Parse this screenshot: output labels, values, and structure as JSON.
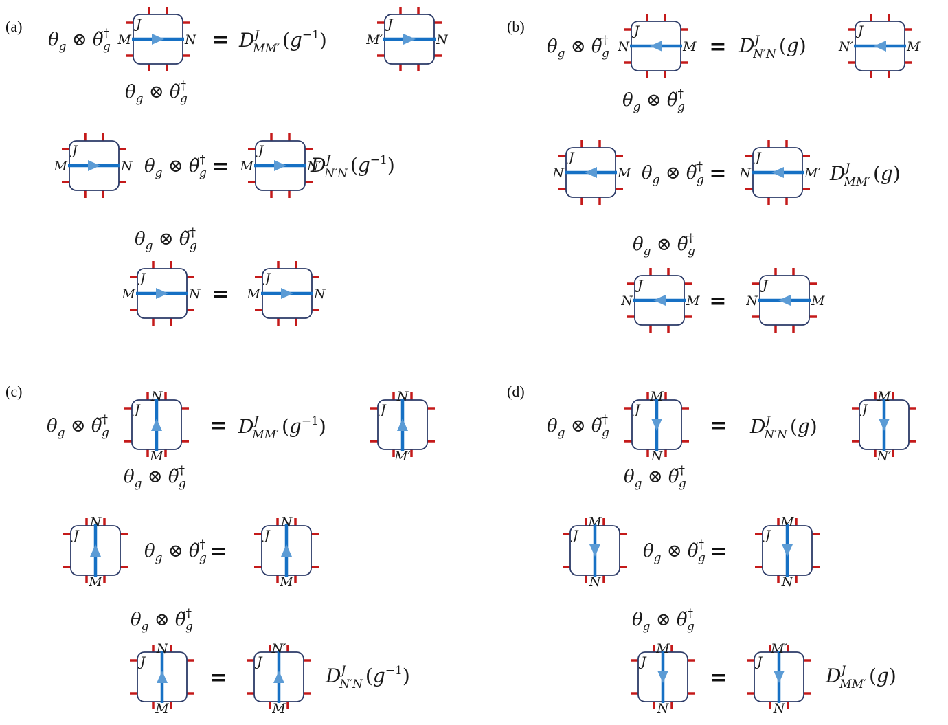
{
  "colors": {
    "box_stroke": "#2b3a67",
    "line": "#1670c4",
    "arrow": "#5b9bd5",
    "leg": "#c41a1a"
  },
  "symbols": {
    "equals": "=",
    "op": "θg ⊗ θ̃g†",
    "J": "J"
  },
  "panels": [
    {
      "label": "(a)",
      "rows": [
        {
          "op_left": "θg ⊗ θ̃g†",
          "box1": {
            "orient": "h",
            "dir": "right",
            "top": "",
            "bottom": "",
            "left": "M",
            "right": "N"
          },
          "op_below1": "θg ⊗ θ̃g†",
          "op_mid": "",
          "coef_pre": "D^J_{MM′}(g⁻¹)",
          "box2": {
            "orient": "h",
            "dir": "right",
            "top": "",
            "bottom": "",
            "left": "M′",
            "right": "N"
          },
          "coef_post": ""
        },
        {
          "op_left": "",
          "box1": {
            "orient": "h",
            "dir": "right",
            "top": "",
            "bottom": "",
            "left": "M",
            "right": "N"
          },
          "op_below1": "",
          "op_mid": "θg ⊗ θ̃g†",
          "coef_pre": "",
          "box2": {
            "orient": "h",
            "dir": "right",
            "top": "",
            "bottom": "",
            "left": "M",
            "right": "N′"
          },
          "coef_post": "D^J_{N′N}(g⁻¹)"
        },
        {
          "op_above1": "θg ⊗ θ̃g†",
          "box1": {
            "orient": "h",
            "dir": "right",
            "top": "",
            "bottom": "",
            "left": "M",
            "right": "N"
          },
          "box2": {
            "orient": "h",
            "dir": "right",
            "top": "",
            "bottom": "",
            "left": "M",
            "right": "N"
          }
        }
      ]
    },
    {
      "label": "(b)",
      "rows": [
        {
          "op_left": "θg ⊗ θ̃g†",
          "box1": {
            "orient": "h",
            "dir": "left",
            "top": "",
            "bottom": "",
            "left": "N",
            "right": "M"
          },
          "op_below1": "θg ⊗ θ̃g†",
          "coef_pre": "D^J_{N′N}(g)",
          "box2": {
            "orient": "h",
            "dir": "left",
            "top": "",
            "bottom": "",
            "left": "N′",
            "right": "M"
          }
        },
        {
          "box1": {
            "orient": "h",
            "dir": "left",
            "top": "",
            "bottom": "",
            "left": "N",
            "right": "M"
          },
          "op_mid": "θg ⊗ θ̃g†",
          "box2": {
            "orient": "h",
            "dir": "left",
            "top": "",
            "bottom": "",
            "left": "N",
            "right": "M′"
          },
          "coef_post": "D^J_{MM′}(g)"
        },
        {
          "op_above1": "θg ⊗ θ̃g†",
          "box1": {
            "orient": "h",
            "dir": "left",
            "top": "",
            "bottom": "",
            "left": "N",
            "right": "M"
          },
          "box2": {
            "orient": "h",
            "dir": "left",
            "top": "",
            "bottom": "",
            "left": "N",
            "right": "M"
          }
        }
      ]
    },
    {
      "label": "(c)",
      "rows": [
        {
          "op_left": "θg ⊗ θ̃g†",
          "box1": {
            "orient": "v",
            "dir": "up",
            "top": "N",
            "bottom": "M",
            "left": "",
            "right": ""
          },
          "op_below1": "θg ⊗ θ̃g†",
          "coef_pre": "D^J_{MM′}(g⁻¹)",
          "box2": {
            "orient": "v",
            "dir": "up",
            "top": "N",
            "bottom": "M′",
            "left": "",
            "right": ""
          }
        },
        {
          "box1": {
            "orient": "v",
            "dir": "up",
            "top": "N",
            "bottom": "M",
            "left": "",
            "right": ""
          },
          "op_mid": "θg ⊗ θ̃g†",
          "box2": {
            "orient": "v",
            "dir": "up",
            "top": "N",
            "bottom": "M",
            "left": "",
            "right": ""
          }
        },
        {
          "op_above1": "θg ⊗ θ̃g†",
          "box1": {
            "orient": "v",
            "dir": "up",
            "top": "N",
            "bottom": "M",
            "left": "",
            "right": ""
          },
          "box2": {
            "orient": "v",
            "dir": "up",
            "top": "N′",
            "bottom": "M",
            "left": "",
            "right": ""
          },
          "coef_post": "D^J_{N′N}(g⁻¹)"
        }
      ]
    },
    {
      "label": "(d)",
      "rows": [
        {
          "op_left": "θg ⊗ θ̃g†",
          "box1": {
            "orient": "v",
            "dir": "down",
            "top": "M",
            "bottom": "N",
            "left": "",
            "right": ""
          },
          "op_below1": "θg ⊗ θ̃g†",
          "coef_pre": "D^J_{N′N}(g)",
          "box2": {
            "orient": "v",
            "dir": "down",
            "top": "M",
            "bottom": "N′",
            "left": "",
            "right": ""
          }
        },
        {
          "box1": {
            "orient": "v",
            "dir": "down",
            "top": "M",
            "bottom": "N",
            "left": "",
            "right": ""
          },
          "op_mid": "θg ⊗ θ̃g†",
          "box2": {
            "orient": "v",
            "dir": "down",
            "top": "M",
            "bottom": "N",
            "left": "",
            "right": ""
          }
        },
        {
          "op_above1": "θg ⊗ θ̃g†",
          "box1": {
            "orient": "v",
            "dir": "down",
            "top": "M",
            "bottom": "N",
            "left": "",
            "right": ""
          },
          "box2": {
            "orient": "v",
            "dir": "down",
            "top": "M′",
            "bottom": "N",
            "left": "",
            "right": ""
          },
          "coef_post": "D^J_{MM′}(g)"
        }
      ]
    }
  ]
}
